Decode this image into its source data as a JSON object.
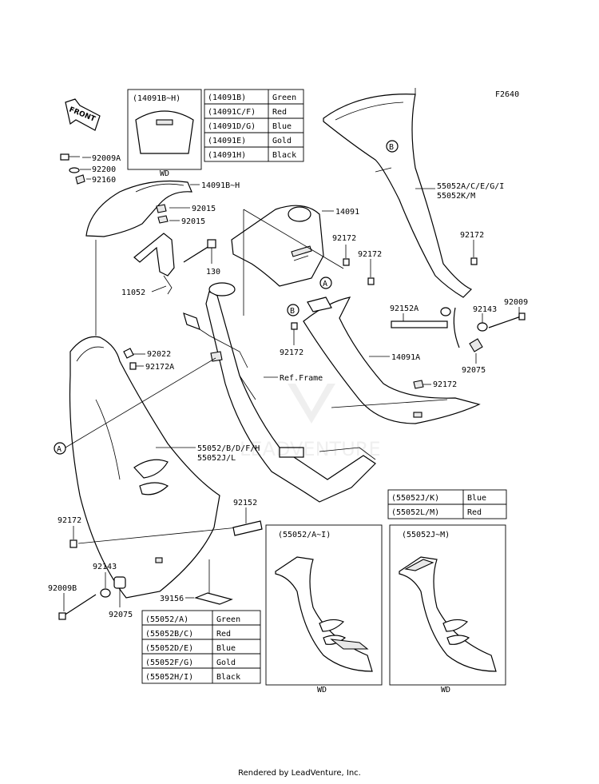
{
  "diagram_code": "F2640",
  "front_label": "FRONT",
  "watermark_text": "LEADVENTURE",
  "footer": "Rendered by LeadVenture, Inc.",
  "callouts": {
    "a": "A",
    "b": "B"
  },
  "wd": "WD",
  "labels": {
    "p92009A": "92009A",
    "p92200": "92200",
    "p92160": "92160",
    "p14091BH": "14091B~H",
    "p92015a": "92015",
    "p92015b": "92015",
    "p14091": "14091",
    "p55052A": "55052A/C/E/G/I",
    "p55052K": "55052K/M",
    "p92172_r1": "92172",
    "p130": "130",
    "p11052": "11052",
    "p92172_m1": "92172",
    "p92172_m2": "92172",
    "p92152A": "92152A",
    "p92143_r": "92143",
    "p92009_r": "92009",
    "p92022": "92022",
    "p92172A": "92172A",
    "p92172_l": "92172",
    "p14091A": "14091A",
    "pRefFrame": "Ref.Frame",
    "p92075_r": "92075",
    "p92172_b": "92172",
    "p55052B": "55052/B/D/F/H",
    "p55052J": "55052J/L",
    "p92172_lb": "92172",
    "p92152": "92152",
    "p92143_l": "92143",
    "p92009B": "92009B",
    "p92075_l": "92075",
    "p39156": "39156"
  },
  "table_top": {
    "header": "(14091B~H)",
    "rows": [
      {
        "code": "(14091B)",
        "color": "Green"
      },
      {
        "code": "(14091C/F)",
        "color": "Red"
      },
      {
        "code": "(14091D/G)",
        "color": "Blue"
      },
      {
        "code": "(14091E)",
        "color": "Gold"
      },
      {
        "code": "(14091H)",
        "color": "Black"
      }
    ]
  },
  "table_mid": {
    "rows": [
      {
        "code": "(55052J/K)",
        "color": "Blue"
      },
      {
        "code": "(55052L/M)",
        "color": "Red"
      }
    ]
  },
  "table_bottom": {
    "rows": [
      {
        "code": "(55052/A)",
        "color": "Green"
      },
      {
        "code": "(55052B/C)",
        "color": "Red"
      },
      {
        "code": "(55052D/E)",
        "color": "Blue"
      },
      {
        "code": "(55052F/G)",
        "color": "Gold"
      },
      {
        "code": "(55052H/I)",
        "color": "Black"
      }
    ]
  },
  "inset_left_title": "(55052/A~I)",
  "inset_right_title": "(55052J~M)"
}
